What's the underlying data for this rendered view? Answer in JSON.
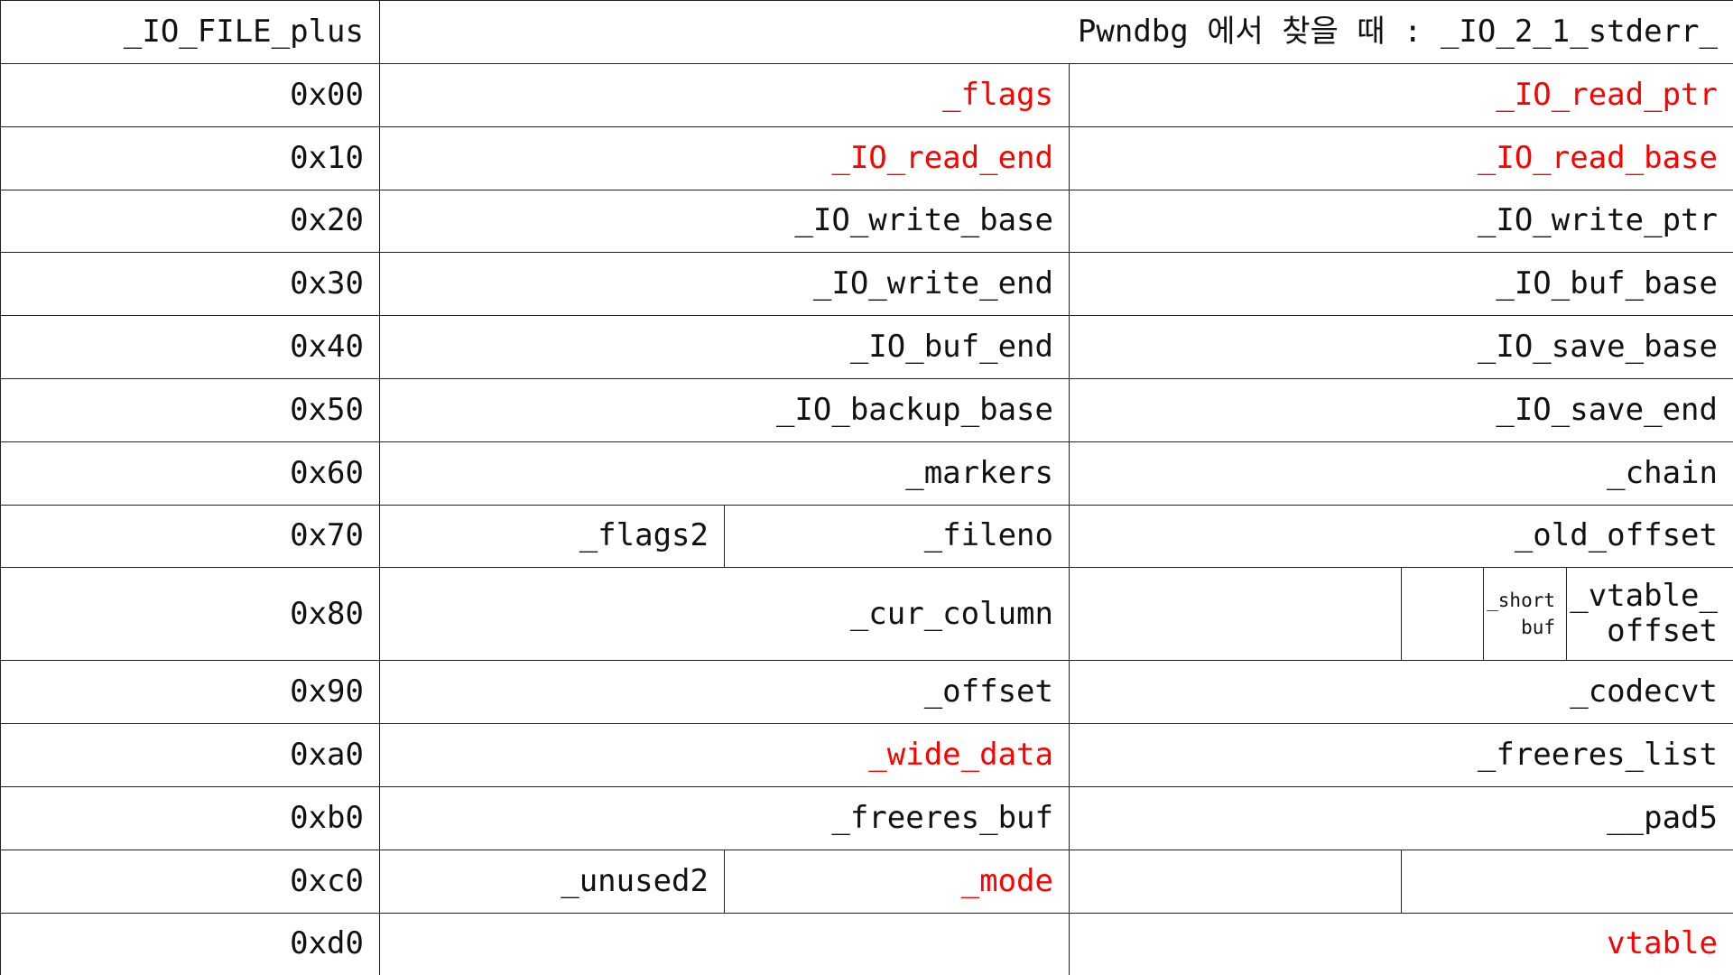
{
  "header": {
    "left": "_IO_FILE_plus",
    "right": "Pwndbg 에서 찾을 때 : _IO_2_1_stderr_"
  },
  "colors": {
    "highlight": "#ff0000",
    "text": "#111111"
  },
  "rows": [
    {
      "offset": "0x00",
      "a": "_flags",
      "b": "_IO_read_ptr"
    },
    {
      "offset": "0x10",
      "a": "_IO_read_end",
      "b": "_IO_read_base"
    },
    {
      "offset": "0x20",
      "a": "_IO_write_base",
      "b": "_IO_write_ptr"
    },
    {
      "offset": "0x30",
      "a": "_IO_write_end",
      "b": "_IO_buf_base"
    },
    {
      "offset": "0x40",
      "a": "_IO_buf_end",
      "b": "_IO_save_base"
    },
    {
      "offset": "0x50",
      "a": "_IO_backup_base",
      "b": "_IO_save_end"
    },
    {
      "offset": "0x60",
      "a": "_markers",
      "b": "_chain"
    },
    {
      "offset": "0x70",
      "a1": "_flags2",
      "a2": "_fileno",
      "b": "_old_offset"
    },
    {
      "offset": "0x80",
      "a": "_cur_column",
      "short_buf": "_short\nbuf",
      "b": "_vtable_\noffset"
    },
    {
      "offset": "0x90",
      "a": "_offset",
      "b": "_codecvt"
    },
    {
      "offset": "0xa0",
      "a": "_wide_data",
      "b": "_freeres_list"
    },
    {
      "offset": "0xb0",
      "a": "_freeres_buf",
      "b": "__pad5"
    },
    {
      "offset": "0xc0",
      "a1": "_unused2",
      "a2": "_mode",
      "b": ""
    },
    {
      "offset": "0xd0",
      "a": "",
      "b": "vtable"
    }
  ],
  "highlighted_fields": [
    "_flags",
    "_IO_read_ptr",
    "_IO_read_end",
    "_IO_read_base",
    "_wide_data",
    "_mode",
    "vtable"
  ]
}
